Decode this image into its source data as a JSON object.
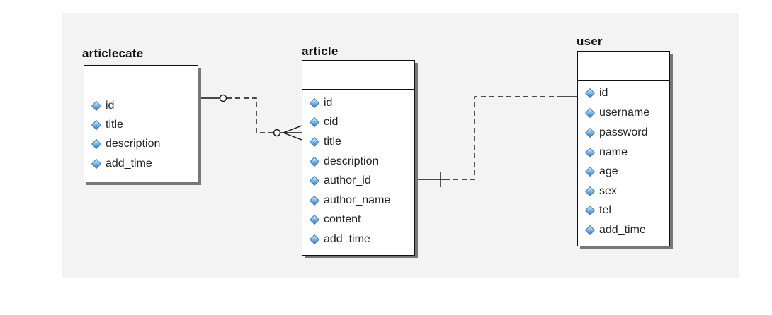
{
  "entities": {
    "articlecate": {
      "name": "articlecate",
      "attributes": [
        "id",
        "title",
        "description",
        "add_time"
      ]
    },
    "article": {
      "name": "article",
      "attributes": [
        "id",
        "cid",
        "title",
        "description",
        "author_id",
        "author_name",
        "content",
        "add_time"
      ]
    },
    "user": {
      "name": "user",
      "attributes": [
        "id",
        "username",
        "password",
        "name",
        "age",
        "sex",
        "tel",
        "add_time"
      ]
    }
  },
  "relationships": [
    {
      "from": "articlecate",
      "to": "article",
      "from_cardinality": "zero-or-one",
      "to_cardinality": "zero-or-many",
      "style": "dashed"
    },
    {
      "from": "article",
      "to": "user",
      "from_cardinality": "one",
      "to_cardinality": "one",
      "style": "dashed"
    }
  ],
  "colors": {
    "attribute_icon": "#5a9ad8",
    "shadow": "#777777",
    "border": "#111111"
  },
  "icons": {
    "attribute": "diamond-key-icon"
  }
}
